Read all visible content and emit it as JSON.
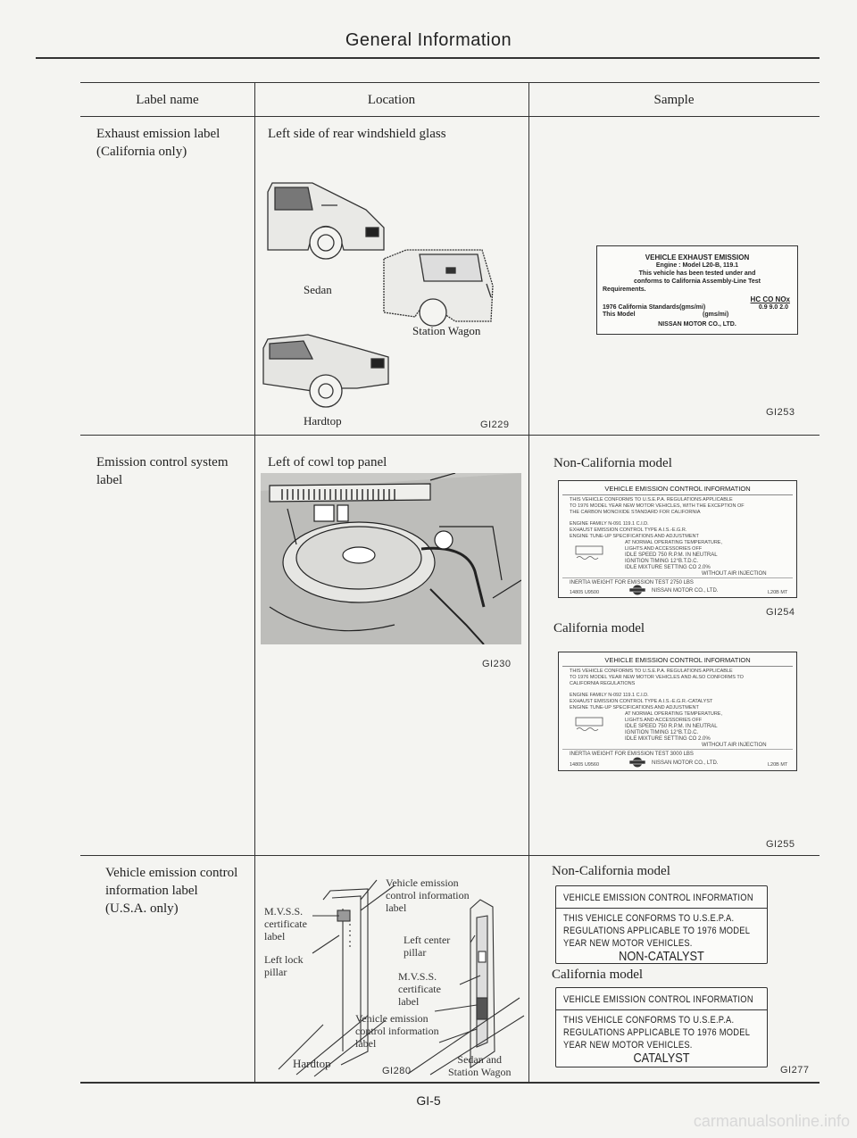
{
  "page": {
    "title": "General Information",
    "page_number": "GI-5",
    "watermark": "carmanualsonline.info"
  },
  "table": {
    "headers": {
      "label_name": "Label name",
      "location": "Location",
      "sample": "Sample"
    },
    "rows": [
      {
        "label_name": [
          "Exhaust emission label",
          "(California only)"
        ],
        "location": "Left side of rear windshield glass",
        "figure_labels": {
          "sedan": "Sedan",
          "station_wagon": "Station Wagon",
          "hardtop": "Hardtop"
        },
        "location_fig_id": "GI229",
        "sample_fig_id": "GI253",
        "sample_label": {
          "lines": [
            "VEHICLE EXHAUST EMISSION",
            "Engine : Model L20-B, 119.1",
            "This vehicle has been tested under and",
            "conforms to California Assembly-Line Test",
            "Requirements."
          ],
          "units_header": "HC  CO  NOx",
          "row1_label": "1976 California Standards(gms/mi)",
          "row1_values": "0.9  9.0  2.0",
          "row2_label": "This Model",
          "row2_units": "(gms/mi)",
          "maker": "NISSAN MOTOR CO., LTD."
        }
      },
      {
        "label_name": [
          "Emission control system",
          "label"
        ],
        "location": "Left of cowl top panel",
        "location_fig_id": "GI230",
        "samples": [
          {
            "title": "Non-California model",
            "fig_id": "GI254",
            "heading": "VEHICLE EMISSION CONTROL INFORMATION",
            "intro": [
              "THIS VEHICLE CONFORMS TO U.S.E.P.A. REGULATIONS APPLICABLE",
              "TO 1976 MODEL YEAR NEW MOTOR VEHICLES, WITH THE EXCEPTION OF",
              "THE CARBON MONOXIDE STANDARD FOR CALIFORNIA"
            ],
            "specs": [
              "ENGINE                FAMILY  N-091  119.1 C.I.D.",
              "EXHAUST EMISSION CONTROL TYPE          A.I.S.-E.G.R.",
              "ENGINE TUNE-UP SPECIFICATIONS AND ADJUSTMENT",
              "AT NORMAL OPERATING TEMPERATURE,",
              "LIGHTS AND ACCESSORIES OFF",
              "IDLE SPEED      750 R.P.M. IN NEUTRAL",
              "IGNITION TIMING              12°B.T.D.C.",
              "IDLE MIXTURE SETTING        CO 2.0%",
              "WITHOUT AIR INJECTION"
            ],
            "inertia": "INERTIA WEIGHT  FOR EMISSION TEST    2750 LBS",
            "footer_left": "14805 U9500",
            "footer_mid": "NISSAN MOTOR CO., LTD.",
            "footer_right": "L20B MT"
          },
          {
            "title": "California model",
            "fig_id": "GI255",
            "heading": "VEHICLE EMISSION CONTROL INFORMATION",
            "intro": [
              "THIS VEHICLE CONFORMS TO U.S.E.P.A. REGULATIONS APPLICABLE",
              "TO 1976 MODEL YEAR NEW MOTOR VEHICLES AND ALSO CONFORMS TO",
              "CALIFORNIA REGULATIONS"
            ],
            "specs": [
              "ENGINE                FAMILY  N-092  119.1 C.I.D.",
              "EXHAUST EMISSION CONTROL TYPE   A.I.S.-E.G.R.-CATALYST",
              "ENGINE TUNE-UP SPECIFICATIONS AND ADJUSTMENT",
              "AT NORMAL OPERATING TEMPERATURE,",
              "LIGHTS AND ACCESSORIES OFF",
              "IDLE SPEED      750 R.P.M. IN NEUTRAL",
              "IGNITION TIMING              12°B.T.D.C.",
              "IDLE MIXTURE SETTING        CO 2.0%",
              "WITHOUT AIR INJECTION"
            ],
            "inertia": "INERTIA WEIGHT  FOR EMISSION TEST    3000 LBS",
            "footer_left": "14805 U9560",
            "footer_mid": "NISSAN MOTOR CO., LTD.",
            "footer_right": "L20B MT"
          }
        ]
      },
      {
        "label_name": [
          "Vehicle emission control",
          "information label",
          "(U.S.A. only)"
        ],
        "location_fig_id": "GI280",
        "diagram_labels": {
          "mvss_cert_left": [
            "M.V.S.S.",
            "certificate",
            "label"
          ],
          "left_lock_pillar": [
            "Left lock",
            "pillar"
          ],
          "vehicle_emission_top": [
            "Vehicle emission",
            "control information",
            "label"
          ],
          "left_center_pillar": [
            "Left center",
            "pillar"
          ],
          "mvss_cert_right": [
            "M.V.S.S.",
            "certificate",
            "label"
          ],
          "vehicle_emission_bottom": [
            "Vehicle emission",
            "control information",
            "label"
          ],
          "hardtop": "Hardtop",
          "sedan_wagon": [
            "Sedan and",
            "Station Wagon"
          ]
        },
        "sample_fig_id": "GI277",
        "samples": [
          {
            "title": "Non-California model",
            "heading": "VEHICLE EMISSION CONTROL INFORMATION",
            "body": [
              "THIS VEHICLE CONFORMS TO U.S.E.P.A.",
              "REGULATIONS APPLICABLE TO 1976 MODEL",
              "YEAR NEW MOTOR VEHICLES."
            ],
            "tag": "NON-CATALYST"
          },
          {
            "title": "California model",
            "heading": "VEHICLE EMISSION CONTROL INFORMATION",
            "body": [
              "THIS VEHICLE CONFORMS TO U.S.E.P.A.",
              "REGULATIONS APPLICABLE TO 1976 MODEL",
              "YEAR NEW MOTOR VEHICLES."
            ],
            "tag": "CATALYST"
          }
        ]
      }
    ]
  }
}
